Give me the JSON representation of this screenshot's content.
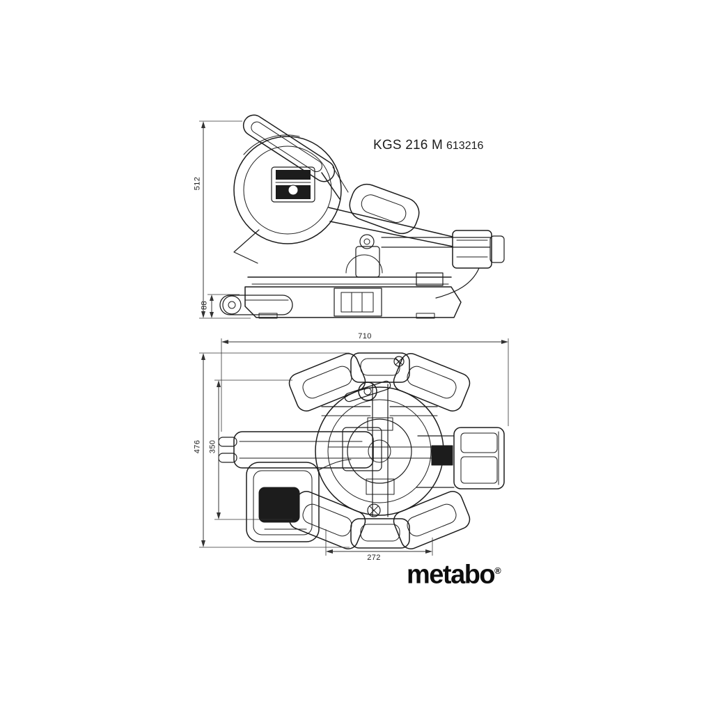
{
  "header": {
    "model": "KGS 216 M",
    "article_number": "613216"
  },
  "dimensions": {
    "side_height": "512",
    "base_height": "88",
    "total_width": "710",
    "total_depth": "476",
    "inner_depth": "350",
    "base_width": "272"
  },
  "brand": {
    "wordmark": "metabo",
    "registered_symbol": "®"
  },
  "colors": {
    "line": "#1c1c1c",
    "dimension": "#333333",
    "background": "#ffffff"
  }
}
